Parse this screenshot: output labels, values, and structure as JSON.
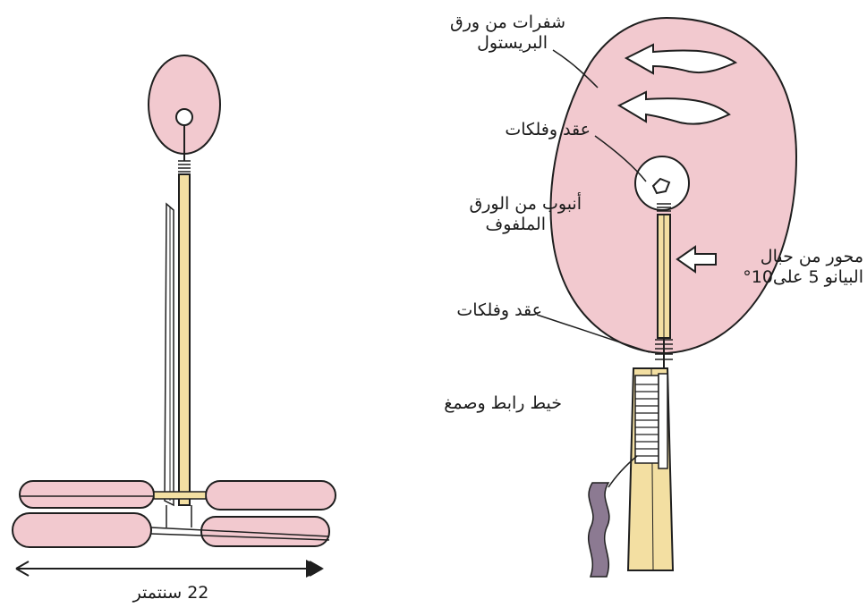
{
  "left_model": {
    "width_label": "22 سنتمتر"
  },
  "right_detail": {
    "label_blades": [
      "شفرات من ورق",
      "البريستول"
    ],
    "label_knot_top": "عقد وفلكات",
    "label_tube": [
      "أنبوب من الورق",
      "الملفوف"
    ],
    "label_axis": [
      "محور من حبال",
      "البيانو 5 على10°"
    ],
    "label_knot_bottom": "عقد وفلكات",
    "label_thread": "خيط رابط وصمغ"
  },
  "colors": {
    "pink": "#f2c9cf",
    "wood": "#f3dfa2",
    "outline": "#1f1f1f",
    "rope": "#8c7a92"
  }
}
